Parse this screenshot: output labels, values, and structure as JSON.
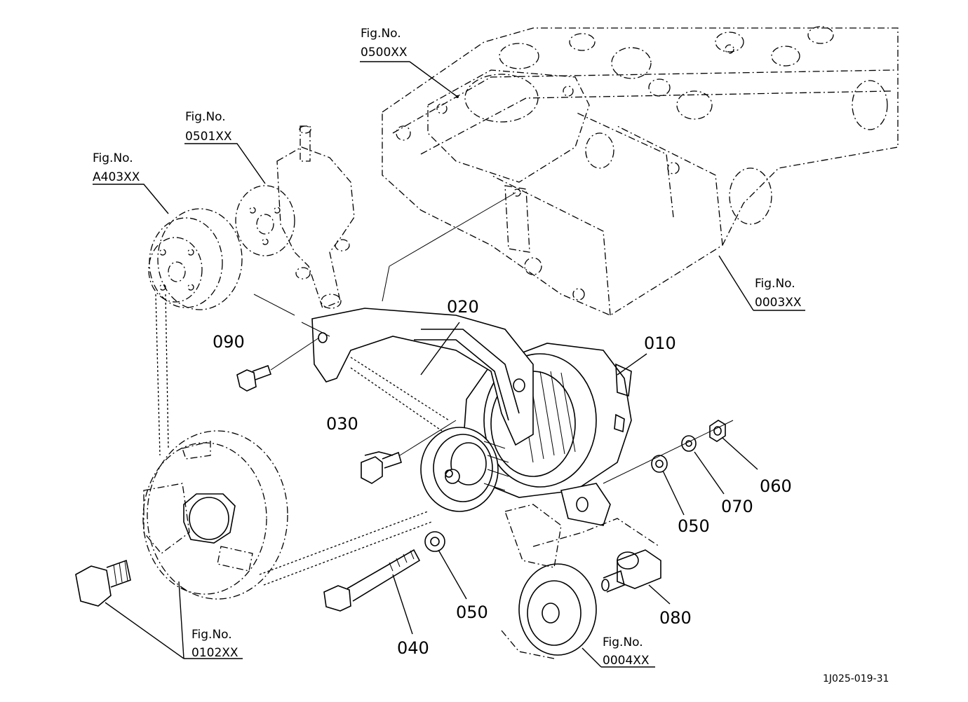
{
  "parts": {
    "p010": "010",
    "p020": "020",
    "p030": "030",
    "p040": "040",
    "p050a": "050",
    "p050b": "050",
    "p060": "060",
    "p070": "070",
    "p080": "080",
    "p090": "090"
  },
  "figrefs": {
    "fig_label": "Fig.No.",
    "f0500": "0500XX",
    "f0501": "0501XX",
    "fA403": "A403XX",
    "f0003": "0003XX",
    "f0102": "0102XX",
    "f0004": "0004XX"
  },
  "drawing_code": "1J025-019-31"
}
